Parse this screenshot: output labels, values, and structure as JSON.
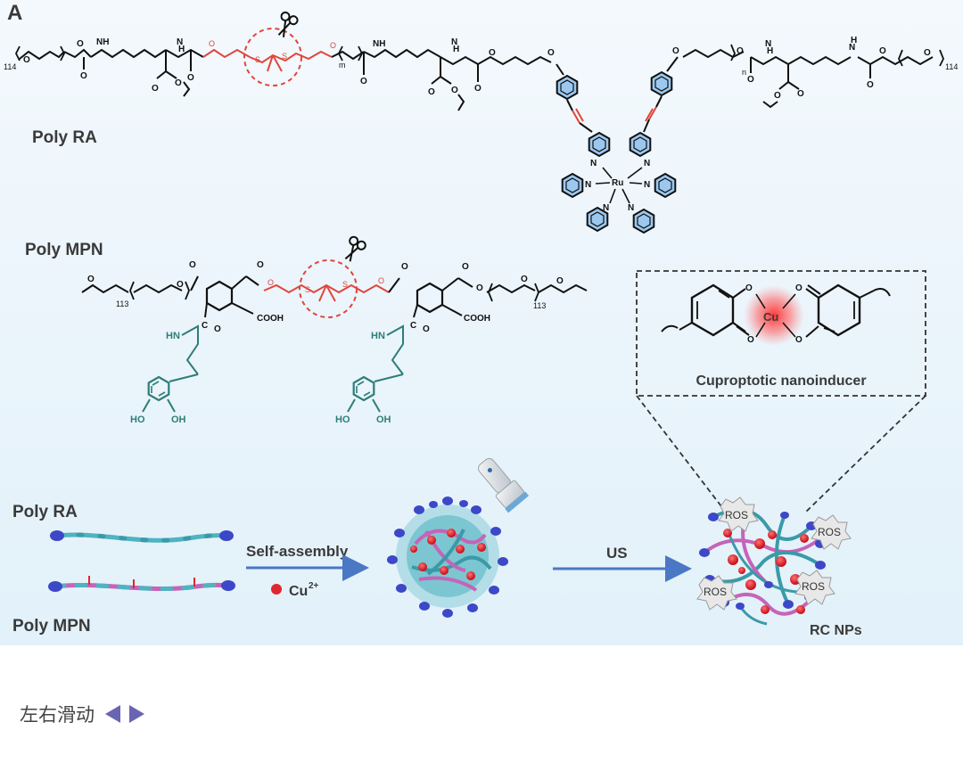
{
  "panel_label": "A",
  "labels": {
    "poly_ra": "Poly RA",
    "poly_mpn": "Poly MPN",
    "poly_ra_bottom": "Poly RA",
    "poly_mpn_bottom": "Poly MPN",
    "self_assembly": "Self-assembly",
    "cu_ion": "Cu",
    "cu_charge": "2+",
    "us": "US",
    "rc_nps": "RC NPs",
    "cuproptotic": "Cuproptotic nanoinducer",
    "cu_center": "Cu",
    "ru_center": "Ru"
  },
  "subscripts": {
    "peg_114_left": "114",
    "peg_114_right": "114",
    "m": "m",
    "n": "n",
    "peg_113_left": "113",
    "peg_113_right": "113"
  },
  "atoms": {
    "o": "O",
    "n": "N",
    "nh": "NH",
    "s": "S",
    "hn": "HN",
    "h": "H",
    "cooh": "COOH",
    "oh": "OH",
    "ho": "HO",
    "c": "C"
  },
  "ros": [
    "ROS",
    "ROS",
    "ROS",
    "ROS"
  ],
  "footer": {
    "scroll_hint": "左右滑动"
  },
  "colors": {
    "pink": "#e0463c",
    "blue_ring": "#4a90d9",
    "teal": "#2e7d78",
    "strand_cyan": "#4fb3c0",
    "strand_pink": "#c564b8",
    "cap_blue": "#3c48c8",
    "cu_red": "#e0262f",
    "arrow_blue": "#4a78c4"
  }
}
